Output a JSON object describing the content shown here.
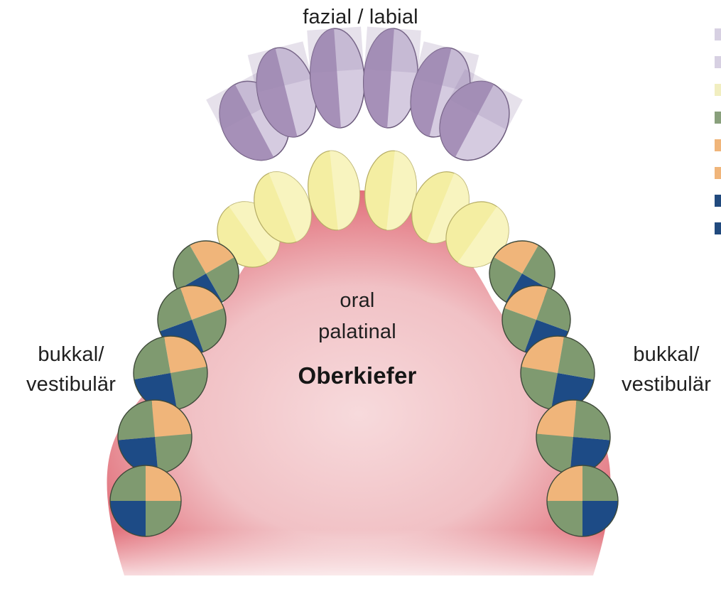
{
  "labels": {
    "top": "fazial / labial",
    "oral_line1": "oral",
    "oral_line2": "palatinal",
    "title": "Oberkiefer",
    "left_line1": "bukkal/",
    "left_line2": "vestibulär",
    "right_line1": "bukkal/",
    "right_line2": "vestibulär"
  },
  "colors": {
    "incisal_dark": "#9d86b0",
    "incisal_light": "#d5cbe0",
    "palatal_yellow": "#f4eea2",
    "palatal_yellow_light": "#faf6cc",
    "green": "#7f9a70",
    "orange": "#f0b57a",
    "blue": "#1d4b86",
    "gum": "#e36a75",
    "palate": "#f2c3c7"
  },
  "legend": {
    "swatches": [
      "#d7d0e2",
      "#d7d0e2",
      "#f1eec0",
      "#89a07c",
      "#f0b57a",
      "#f0b57a",
      "#214a7e",
      "#214a7e"
    ]
  },
  "teeth": {
    "incisal_facial": 6,
    "incisal_palatal": 6,
    "molars_per_side": 5
  }
}
